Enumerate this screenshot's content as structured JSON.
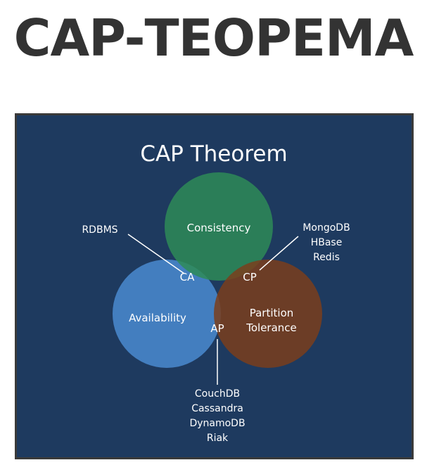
{
  "heading": "CAP-ТЕОРЕМА",
  "diagram": {
    "title": "CAP Theorem",
    "circles": {
      "consistency": {
        "label": "Consistency",
        "color": "#2e8b57"
      },
      "availability": {
        "label": "Availability",
        "color": "#4682c4"
      },
      "partition": {
        "label_line1": "Partition",
        "label_line2": "Tolerance",
        "color": "#7a3e1c"
      }
    },
    "intersections": {
      "ca": "CA",
      "cp": "CP",
      "ap": "AP"
    },
    "systems": {
      "ca": [
        "RDBMS"
      ],
      "cp": [
        "MongoDB",
        "HBase",
        "Redis"
      ],
      "ap": [
        "CouchDB",
        "Cassandra",
        "DynamoDB",
        "Riak"
      ]
    },
    "colors": {
      "background": "#1e3a5f",
      "connector": "#ffffff"
    }
  }
}
